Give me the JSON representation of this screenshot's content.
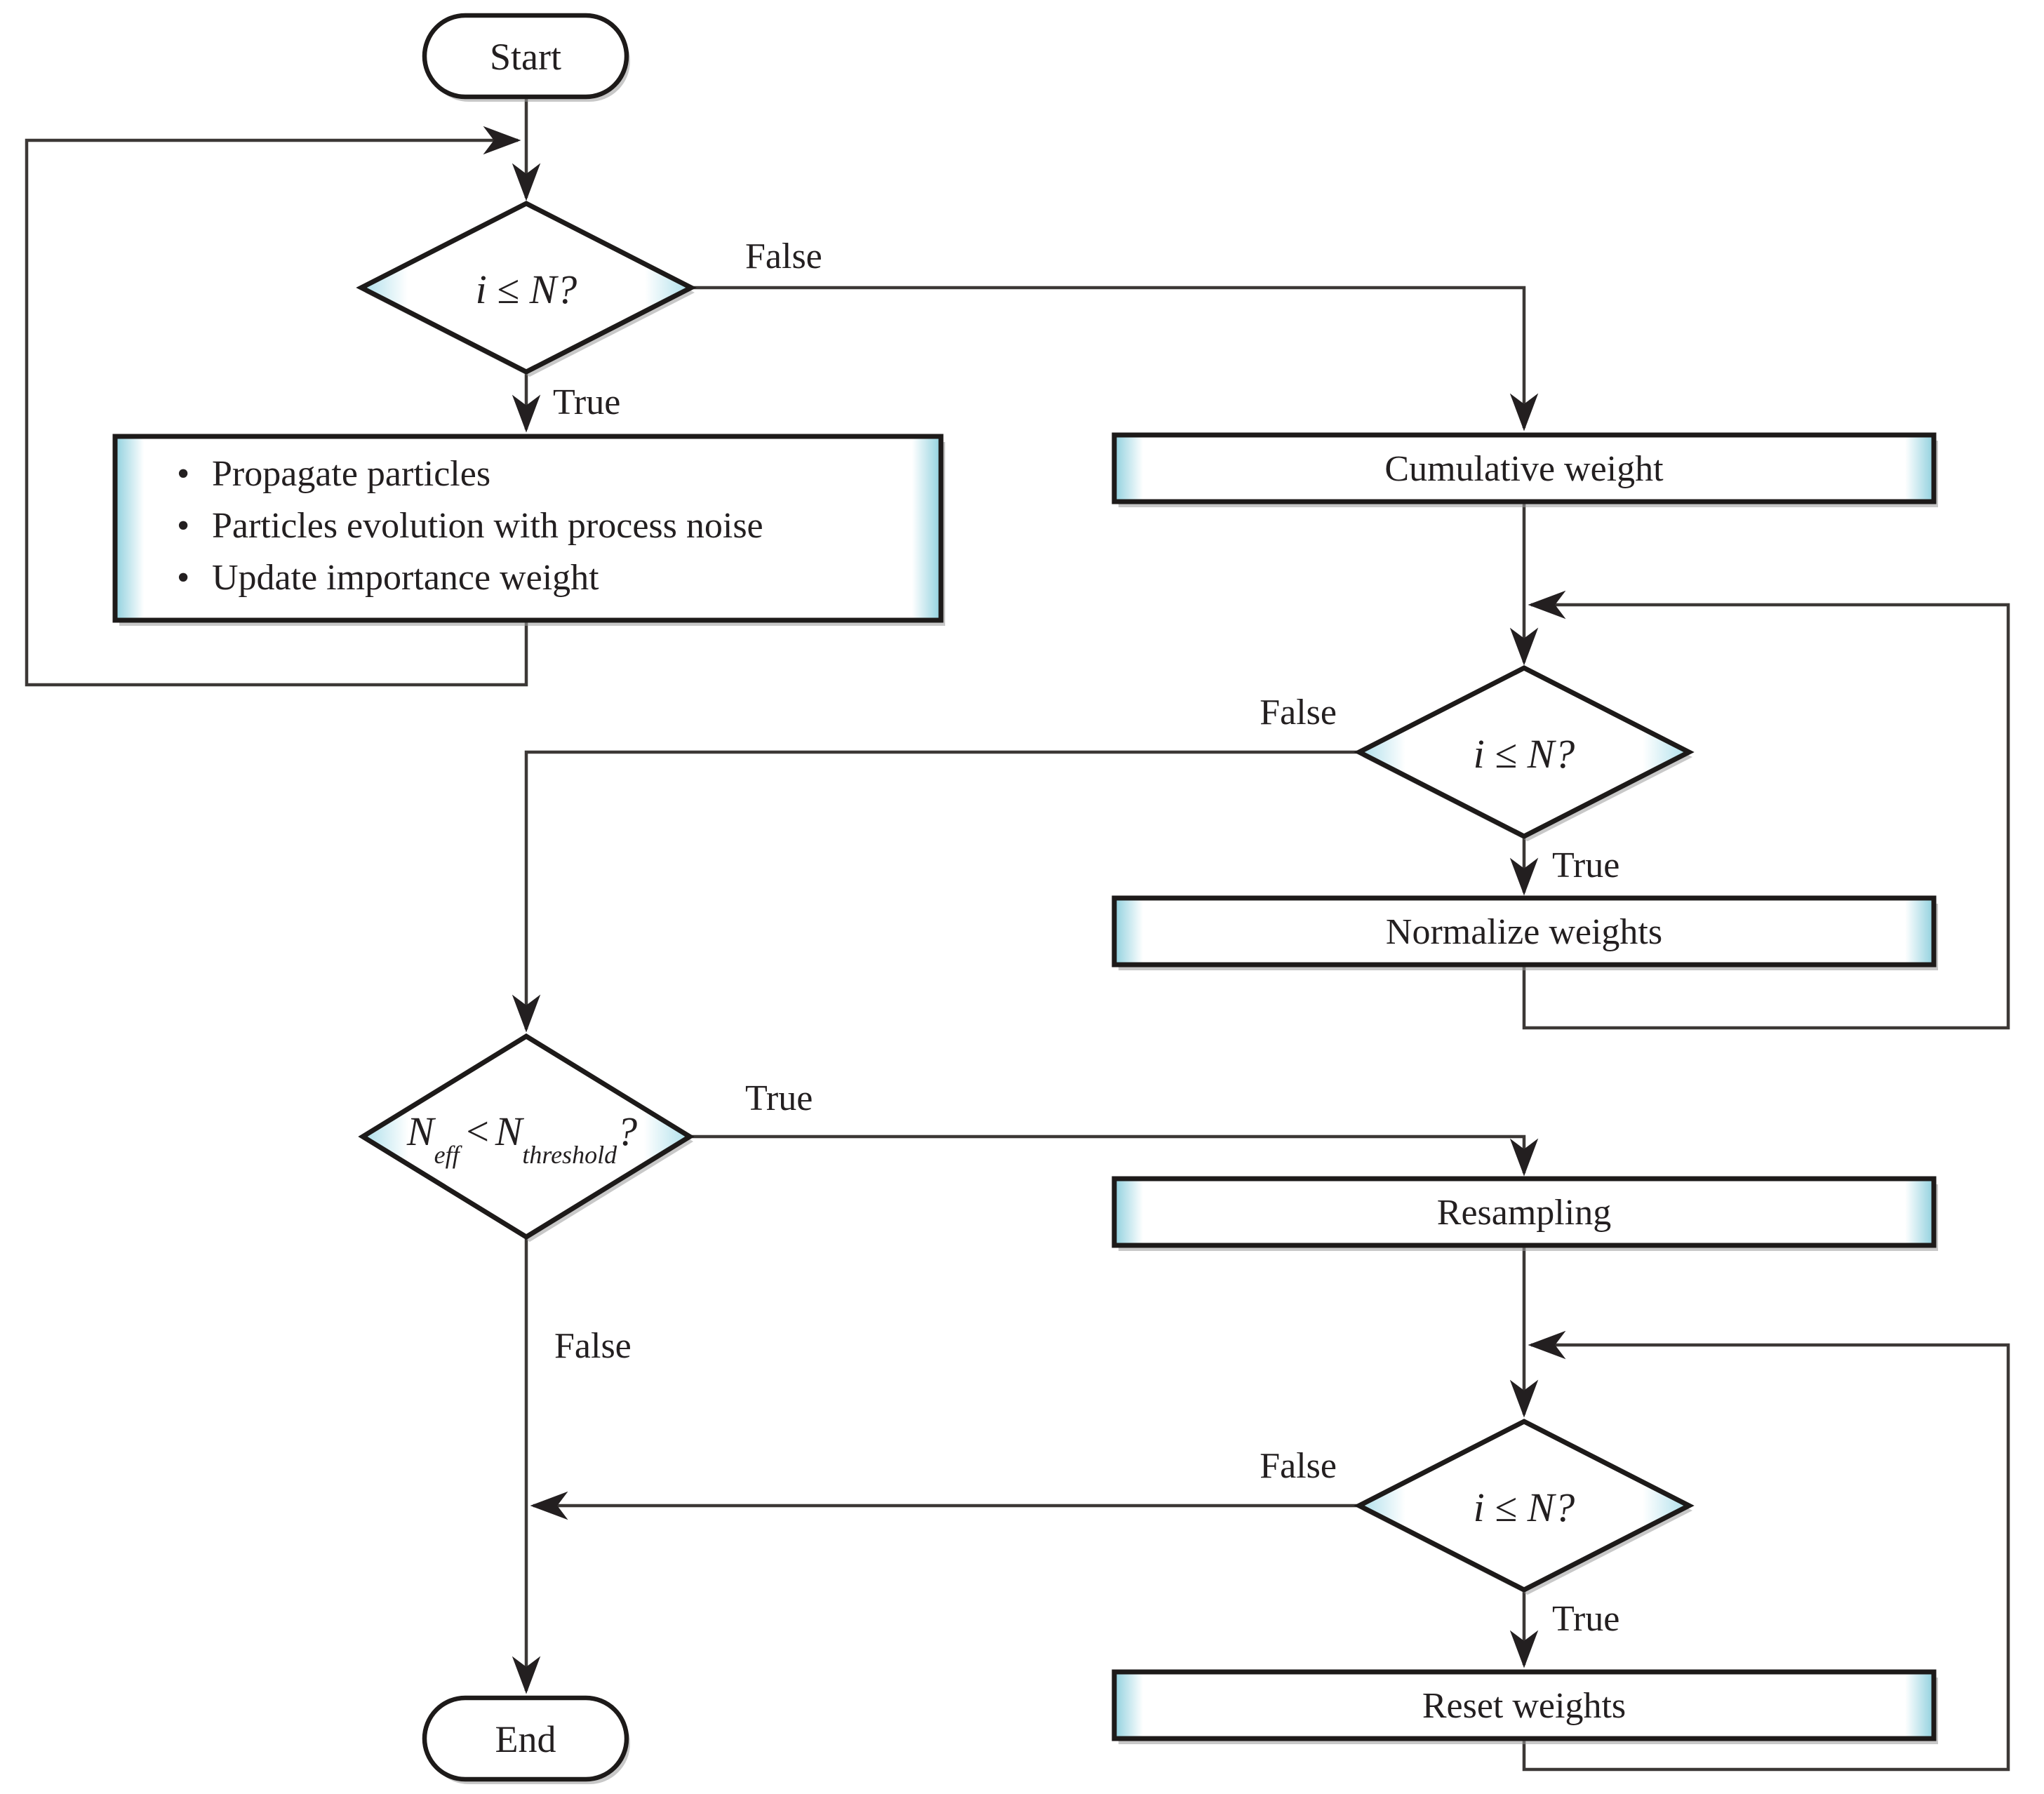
{
  "flowchart": {
    "start": {
      "label": "Start"
    },
    "loop1_decision": {
      "label": "i ≤ N?"
    },
    "propagate_box": {
      "bullet": "•",
      "items": [
        "Propagate particles",
        "Particles evolution with process noise",
        "Update importance weight"
      ]
    },
    "cumulative_weight_box": {
      "label": "Cumulative weight"
    },
    "loop2_decision": {
      "label": "i ≤ N?"
    },
    "normalize_weights_box": {
      "label": "Normalize weights"
    },
    "threshold_decision": {
      "lhs_base": "N",
      "lhs_sub": "eff",
      "operator": "<",
      "rhs_base": "N",
      "rhs_sub": "threshold",
      "question": "?"
    },
    "resampling_box": {
      "label": "Resampling"
    },
    "loop3_decision": {
      "label": "i ≤ N?"
    },
    "reset_weights_box": {
      "label": "Reset weights"
    },
    "end": {
      "label": "End"
    }
  },
  "edge_labels": {
    "d1_false": "False",
    "d1_true": "True",
    "d2_false": "False",
    "d2_true": "True",
    "d3_true": "True",
    "d3_false": "False",
    "d4_false": "False",
    "d4_true": "True"
  },
  "colors": {
    "box_edge_teal": "#8fd0de",
    "diamond_tip_teal": "#abdeea",
    "line": "#3c3836",
    "border": "#1d1a19",
    "background": "#ffffff"
  }
}
